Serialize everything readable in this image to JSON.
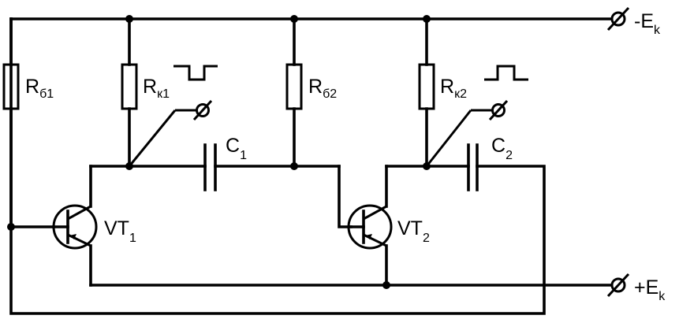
{
  "terminals": {
    "top": {
      "label": "-E",
      "sub": "k"
    },
    "bottom": {
      "label": "+E",
      "sub": "k"
    }
  },
  "resistors": {
    "rb1": {
      "label": "R",
      "sub": "б1"
    },
    "rk1": {
      "label": "R",
      "sub": "к1"
    },
    "rb2": {
      "label": "R",
      "sub": "б2"
    },
    "rk2": {
      "label": "R",
      "sub": "к2"
    }
  },
  "capacitors": {
    "c1": {
      "label": "C",
      "sub": "1"
    },
    "c2": {
      "label": "C",
      "sub": "2"
    }
  },
  "transistors": {
    "vt1": {
      "label": "VT",
      "sub": "1"
    },
    "vt2": {
      "label": "VT",
      "sub": "2"
    }
  }
}
